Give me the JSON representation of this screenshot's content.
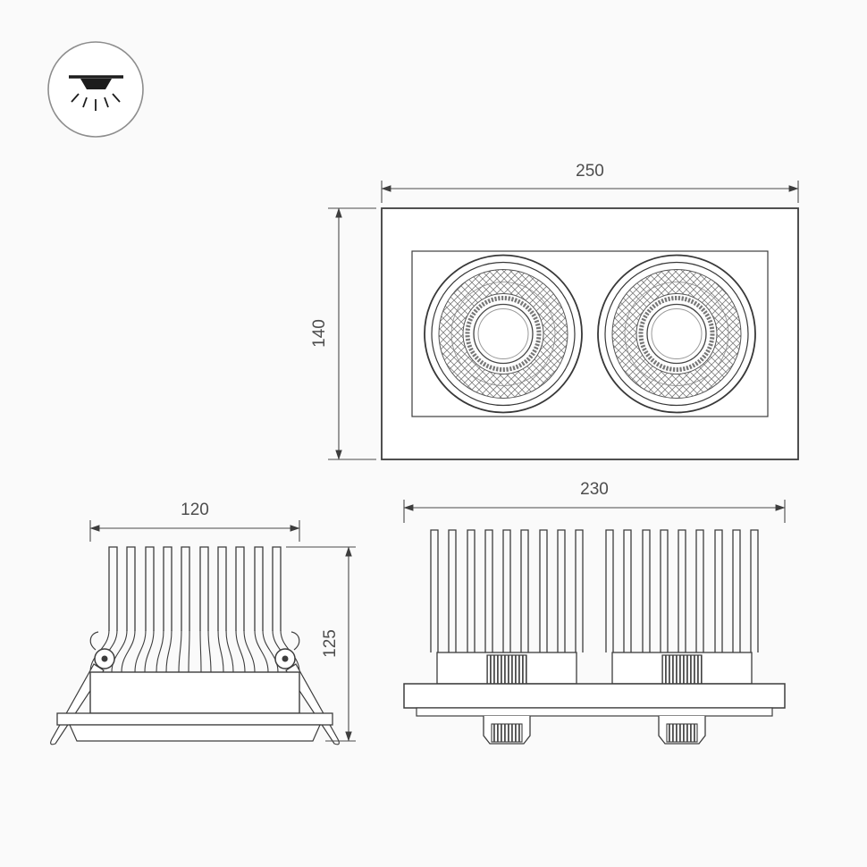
{
  "colors": {
    "background": "#fafafa",
    "line": "#3d3d3d",
    "dimension_text": "#4d4d4d"
  },
  "icon": {
    "name": "recessed-downlight-ceiling-icon"
  },
  "views": {
    "front": {
      "width_label": "250",
      "height_label": "140"
    },
    "side_single": {
      "width_label": "120",
      "height_label": "125"
    },
    "side_double": {
      "width_label": "230"
    }
  }
}
